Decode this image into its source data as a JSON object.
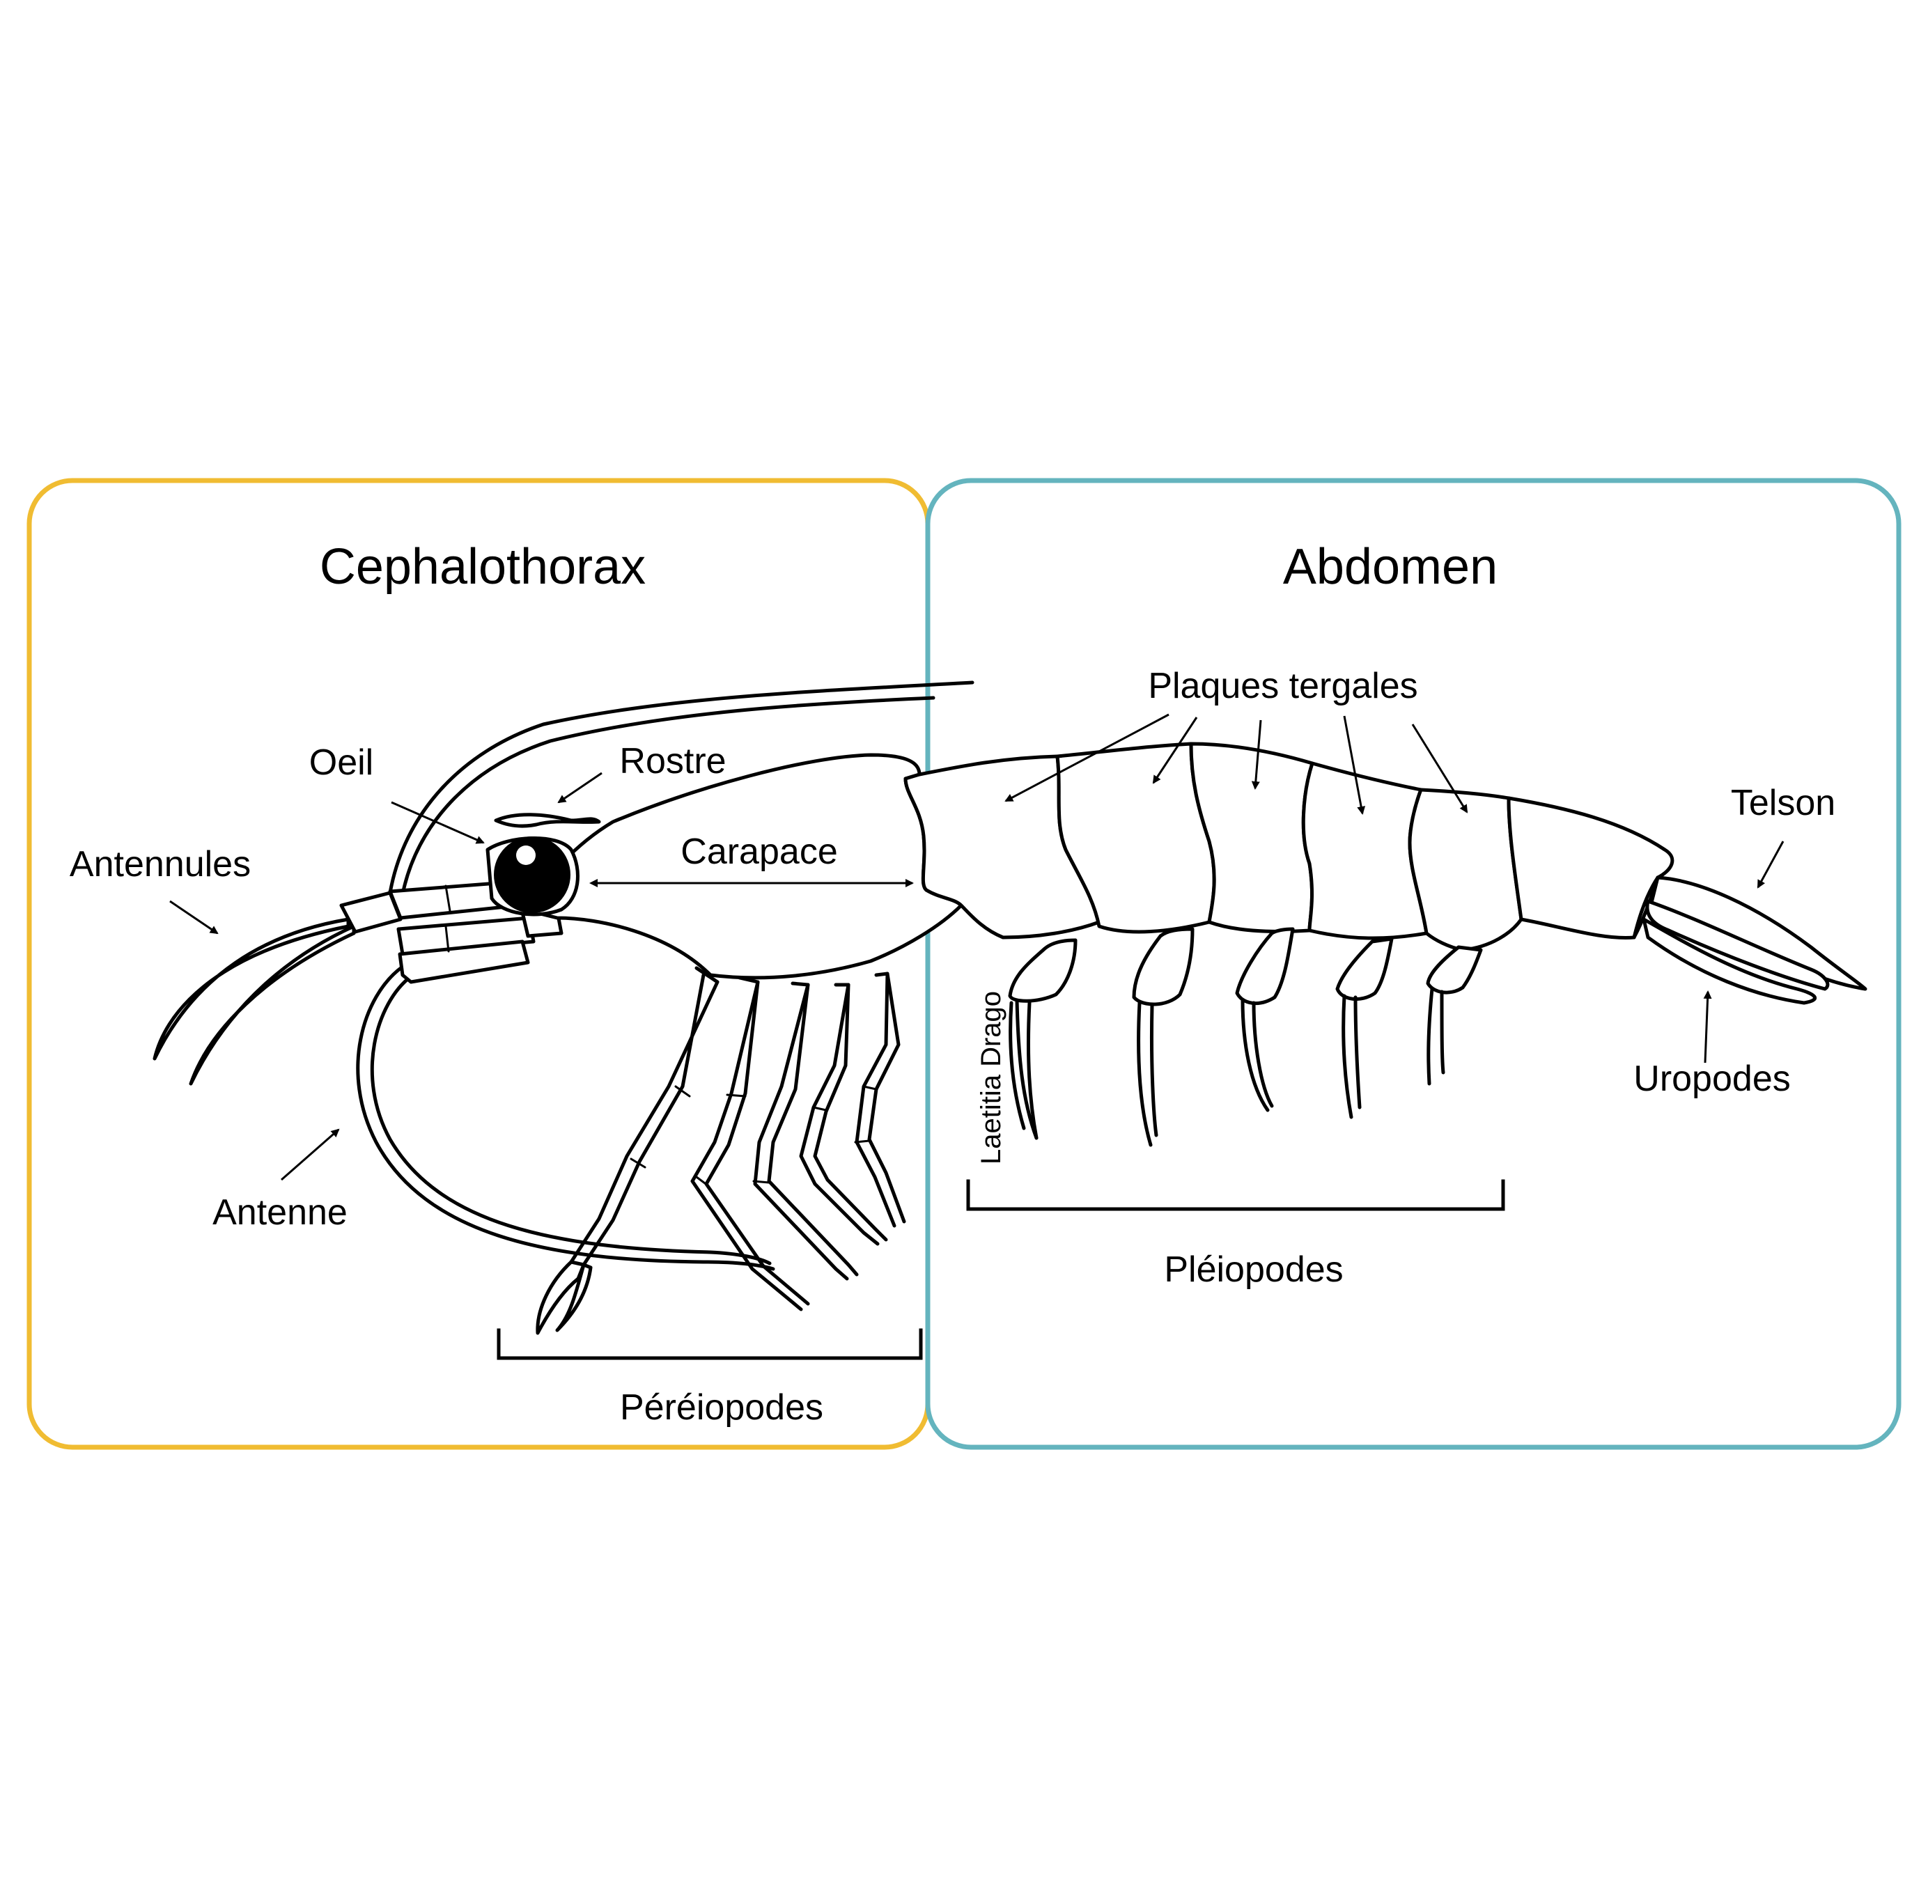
{
  "colors": {
    "cephalothorax_box": "#F0BC32",
    "abdomen_box": "#64B4BE",
    "ink": "#000000",
    "background": "#FFFFFF"
  },
  "regions": {
    "cephalothorax": {
      "title": "Cephalothorax"
    },
    "abdomen": {
      "title": "Abdomen"
    }
  },
  "labels": {
    "oeil": "Oeil",
    "rostre": "Rostre",
    "carapace": "Carapace",
    "antennules": "Antennules",
    "antenne": "Antenne",
    "pereiopodes": "Péréiopodes",
    "plaques_tergales": "Plaques tergales",
    "telson": "Telson",
    "uropodes": "Uropodes",
    "pleiopodes": "Pléiopodes"
  },
  "credit": "Laetitia Drago"
}
